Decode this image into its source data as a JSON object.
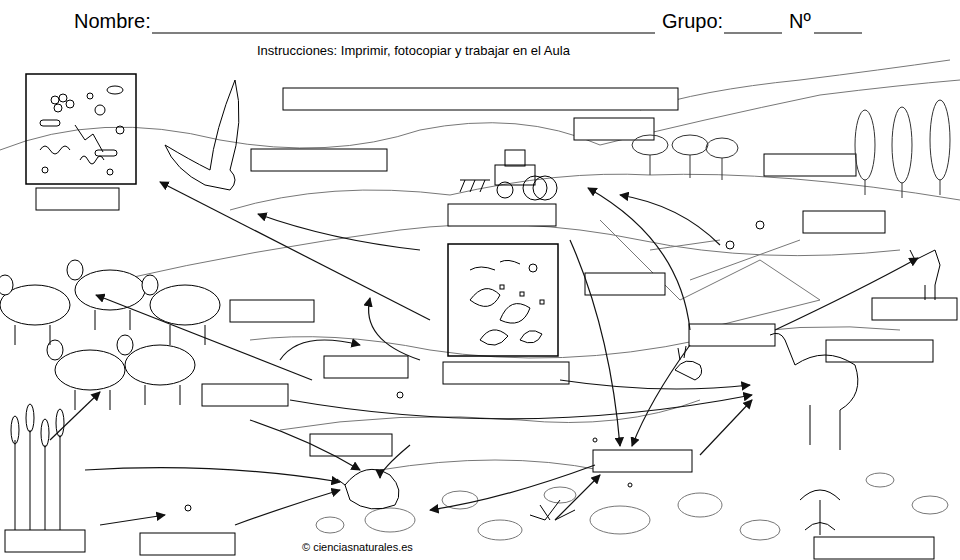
{
  "diagram": {
    "labels": [
      "Nombre:",
      "Grupo:",
      "Nº",
      "Instrucciones: Imprimir, fotocopiar y trabajar en el Aula",
      "© cienciasnaturales.es"
    ]
  }
}
